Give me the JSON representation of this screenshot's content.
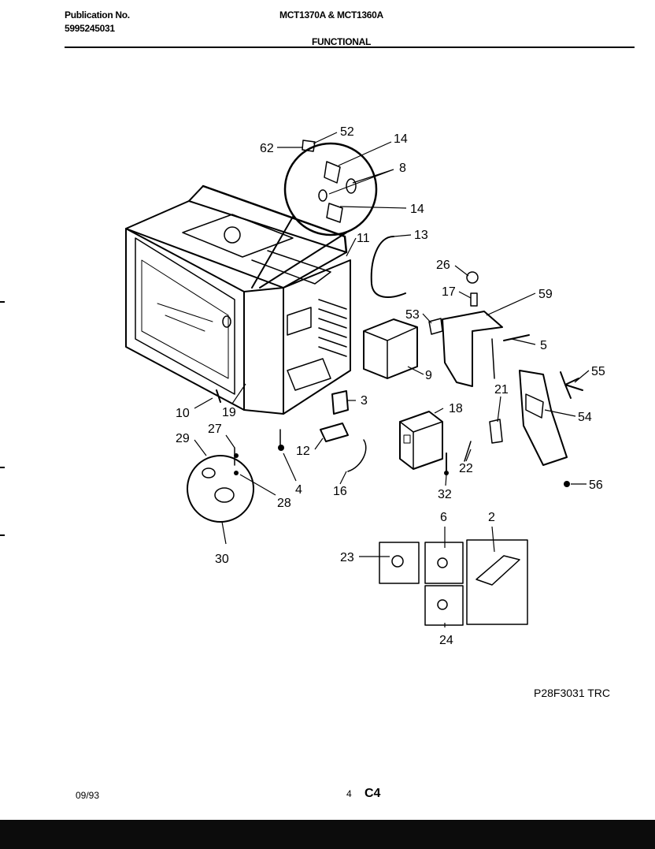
{
  "header": {
    "publication_label": "Publication No.",
    "publication_number": "5995245031",
    "model": "MCT1370A & MCT1360A",
    "section": "FUNCTIONAL"
  },
  "callouts": [
    {
      "id": "c62",
      "label": "62"
    },
    {
      "id": "c52",
      "label": "52"
    },
    {
      "id": "c14a",
      "label": "14"
    },
    {
      "id": "c8",
      "label": "8"
    },
    {
      "id": "c14b",
      "label": "14"
    },
    {
      "id": "c11",
      "label": "11"
    },
    {
      "id": "c13",
      "label": "13"
    },
    {
      "id": "c26",
      "label": "26"
    },
    {
      "id": "c17",
      "label": "17"
    },
    {
      "id": "c59",
      "label": "59"
    },
    {
      "id": "c53",
      "label": "53"
    },
    {
      "id": "c5",
      "label": "5"
    },
    {
      "id": "c9",
      "label": "9"
    },
    {
      "id": "c55",
      "label": "55"
    },
    {
      "id": "c21",
      "label": "21"
    },
    {
      "id": "c54",
      "label": "54"
    },
    {
      "id": "c3",
      "label": "3"
    },
    {
      "id": "c18",
      "label": "18"
    },
    {
      "id": "c10",
      "label": "10"
    },
    {
      "id": "c19",
      "label": "19"
    },
    {
      "id": "c27",
      "label": "27"
    },
    {
      "id": "c29",
      "label": "29"
    },
    {
      "id": "c12",
      "label": "12"
    },
    {
      "id": "c22",
      "label": "22"
    },
    {
      "id": "c56",
      "label": "56"
    },
    {
      "id": "c4",
      "label": "4"
    },
    {
      "id": "c28",
      "label": "28"
    },
    {
      "id": "c16",
      "label": "16"
    },
    {
      "id": "c32",
      "label": "32"
    },
    {
      "id": "c6",
      "label": "6"
    },
    {
      "id": "c2",
      "label": "2"
    },
    {
      "id": "c30",
      "label": "30"
    },
    {
      "id": "c23",
      "label": "23"
    },
    {
      "id": "c24",
      "label": "24"
    }
  ],
  "drawing_code": "P28F3031 TRC",
  "footer": {
    "date": "09/93",
    "page_number": "4",
    "page_code": "C4"
  }
}
